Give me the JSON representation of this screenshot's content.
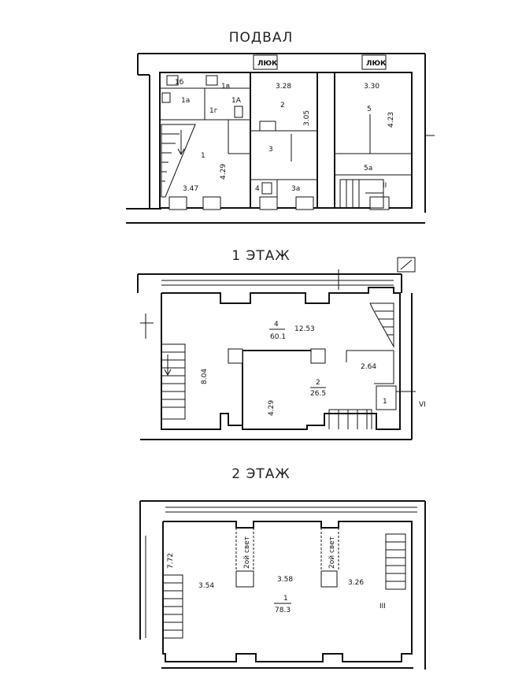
{
  "floors": {
    "basement": {
      "title": "ПОДВАЛ",
      "hatch_left": "ЛЮК",
      "hatch_right": "ЛЮК",
      "rooms": {
        "r1b": "1б",
        "r1v": "1в",
        "r1a": "1а",
        "r1A": "1А",
        "r1g": "1г",
        "r1": "1",
        "r2": "2",
        "r3": "3",
        "r3a": "3а",
        "r4": "4",
        "r5": "5",
        "r5a": "5а",
        "stair": "II"
      },
      "dims": {
        "d328": "3.28",
        "d305": "3.05",
        "d330": "3.30",
        "d423": "4.23",
        "d429": "4.29",
        "d347": "3.47"
      }
    },
    "first": {
      "title": "1 ЭТАЖ",
      "room4_num": "4",
      "room4_area": "60.1",
      "room2_num": "2",
      "room2_area": "26.5",
      "room1_num": "1",
      "stair": "VI",
      "dims": {
        "d1253": "12.53",
        "d804": "8.04",
        "d264": "2.64",
        "d429": "4.29"
      }
    },
    "second": {
      "title": "2 ЭТАЖ",
      "room1_num": "1",
      "room1_area": "78.3",
      "light_left": "2ой свет",
      "light_right": "2ой свет",
      "stair": "III",
      "dims": {
        "d772": "7.72",
        "d354": "3.54",
        "d358": "3.58",
        "d326": "3.26"
      }
    }
  }
}
